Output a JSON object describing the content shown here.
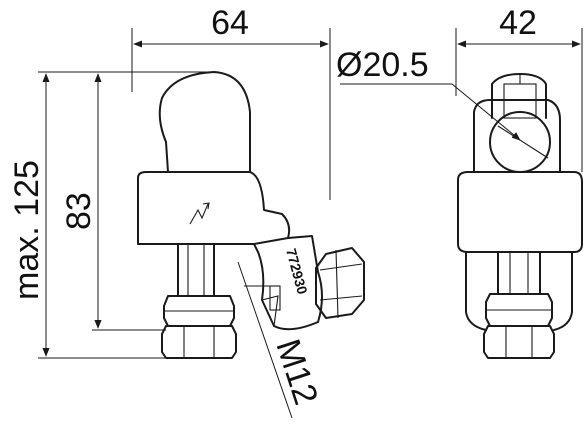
{
  "dimensions": {
    "width_front": "64",
    "width_side": "42",
    "diameter": "Ø20.5",
    "max_height": "max. 125",
    "height": "83",
    "thread": "M12"
  },
  "part_number": "772930",
  "colors": {
    "line": "#1a1a1a",
    "background": "#ffffff"
  }
}
